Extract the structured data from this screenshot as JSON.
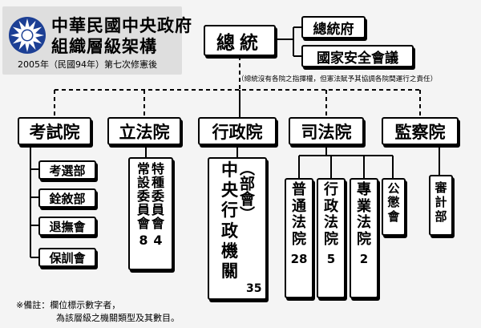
{
  "header": {
    "title_line1": "中華民國中央政府",
    "title_line2": "組織層級架構",
    "subtitle": "2005年（民國94年）第七次修憲後"
  },
  "president": {
    "label": "總統",
    "branches": [
      "總統府",
      "國家安全會議"
    ],
    "note": "（總統沒有各院之指揮權，但憲法賦予其協調各院間運行之責任）"
  },
  "yuans": {
    "examination": "考試院",
    "legislative": "立法院",
    "executive": "行政院",
    "judicial": "司法院",
    "control": "監察院"
  },
  "examination_units": [
    "考選部",
    "銓敘部",
    "退撫會",
    "保訓會"
  ],
  "legislative_units": [
    {
      "name": "特種委員會",
      "count": "4"
    },
    {
      "name": "常設委員會",
      "count": "8"
    }
  ],
  "executive_unit": {
    "tag": "（部會）",
    "name": "中央行政機關",
    "count": "35"
  },
  "judicial_units": [
    {
      "name": "普通法院",
      "count": "28"
    },
    {
      "name": "行政法院",
      "count": "5"
    },
    {
      "name": "專業法院",
      "count": "2"
    },
    {
      "name": "公懲會",
      "count": ""
    }
  ],
  "control_units": [
    "審計部"
  ],
  "footnote": {
    "line1": "※備註：欄位標示數字者，",
    "line2": "為該層級之機關類型及其數目。"
  }
}
